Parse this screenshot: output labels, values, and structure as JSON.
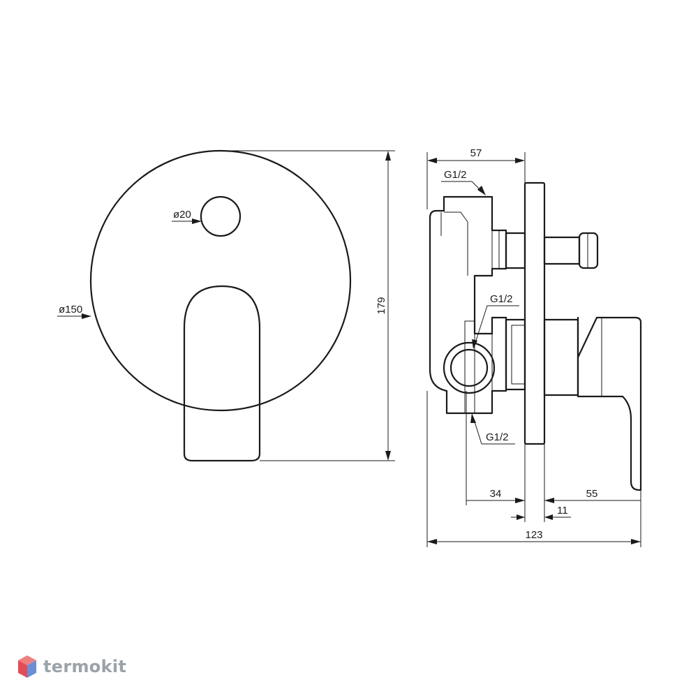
{
  "front_view": {
    "plate_diameter": "ø150",
    "button_diameter": "ø20",
    "height": "179"
  },
  "side_view": {
    "depth_top": "57",
    "thread_top": "G1/2",
    "thread_middle": "G1/2",
    "thread_bottom": "G1/2",
    "dim_34": "34",
    "dim_55": "55",
    "dim_11": "11",
    "total_depth": "123"
  },
  "brand": {
    "name": "termokit",
    "colors": {
      "top": "#f08080",
      "left": "#e44b55",
      "right": "#6b8fd6"
    }
  }
}
